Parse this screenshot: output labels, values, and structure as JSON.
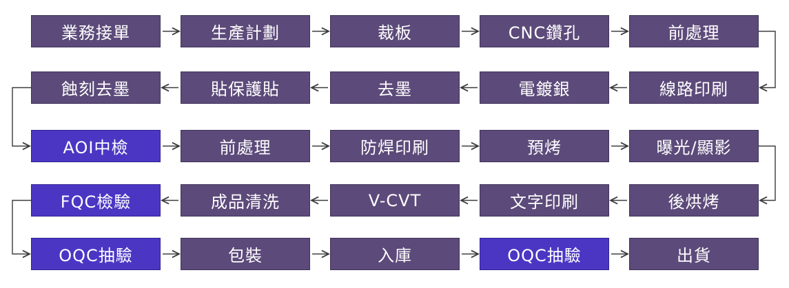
{
  "colors": {
    "process_fill": "#5c4a7a",
    "inspection_fill": "#4b36c4",
    "arrow": "#3a3a3a"
  },
  "rows": [
    [
      {
        "label": "業務接單",
        "kind": "process"
      },
      {
        "label": "生產計劃",
        "kind": "process"
      },
      {
        "label": "裁板",
        "kind": "process"
      },
      {
        "label": "CNC鑽孔",
        "kind": "process"
      },
      {
        "label": "前處理",
        "kind": "process"
      }
    ],
    [
      {
        "label": "線路印刷",
        "kind": "process"
      },
      {
        "label": "電鍍銀",
        "kind": "process"
      },
      {
        "label": "去墨",
        "kind": "process"
      },
      {
        "label": "貼保護貼",
        "kind": "process"
      },
      {
        "label": "蝕刻去墨",
        "kind": "process"
      }
    ],
    [
      {
        "label": "AOI中檢",
        "kind": "inspection"
      },
      {
        "label": "前處理",
        "kind": "process"
      },
      {
        "label": "防焊印刷",
        "kind": "process"
      },
      {
        "label": "預烤",
        "kind": "process"
      },
      {
        "label": "曝光/顯影",
        "kind": "process"
      }
    ],
    [
      {
        "label": "後烘烤",
        "kind": "process"
      },
      {
        "label": "文字印刷",
        "kind": "process"
      },
      {
        "label": "V-CVT",
        "kind": "process"
      },
      {
        "label": "成品清洗",
        "kind": "process"
      },
      {
        "label": "FQC檢驗",
        "kind": "inspection"
      }
    ],
    [
      {
        "label": "OQC抽驗",
        "kind": "inspection"
      },
      {
        "label": "包裝",
        "kind": "process"
      },
      {
        "label": "入庫",
        "kind": "process"
      },
      {
        "label": "OQC抽驗",
        "kind": "inspection"
      },
      {
        "label": "出貨",
        "kind": "process"
      }
    ]
  ]
}
